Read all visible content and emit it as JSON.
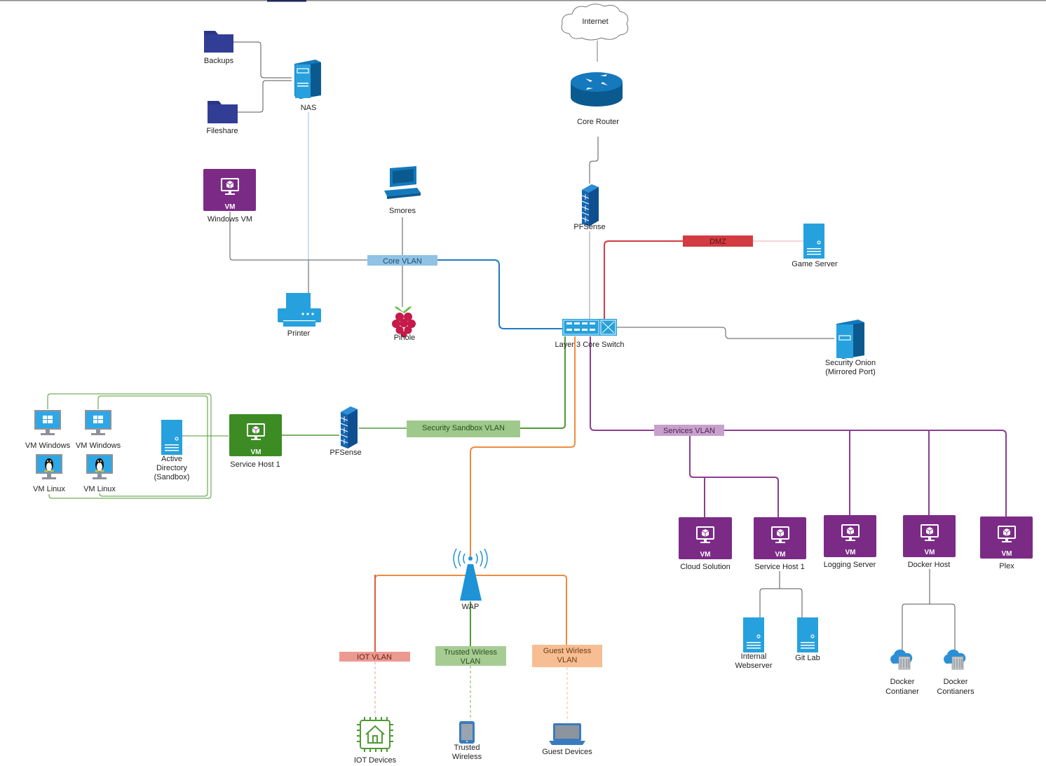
{
  "nodes": {
    "internet": "Internet",
    "core_router": "Core Router",
    "pfsense_top": "PFSense",
    "backups": "Backups",
    "fileshare": "Fileshare",
    "nas": "NAS",
    "windows_vm_tag": "VM",
    "windows_vm": "Windows VM",
    "smores": "Smores",
    "printer": "Printer",
    "pihole": "Pihole",
    "game_server": "Game Server",
    "l3_switch": "Layer 3 Core Switch",
    "security_onion_1": "Security Onion",
    "security_onion_2": "(Mirrored Port)",
    "vm_windows_1": "VM Windows",
    "vm_windows_2": "VM Windows",
    "vm_linux_1": "VM Linux",
    "vm_linux_2": "VM Linux",
    "active_directory_1": "Active",
    "active_directory_2": "Directory",
    "active_directory_3": "(Sandbox)",
    "service_host_sandbox_tag": "VM",
    "service_host_sandbox": "Service Host 1",
    "pfsense_sandbox": "PFSense",
    "wap": "WAP",
    "iot_devices": "IOT Devices",
    "trusted_wireless_1": "Trusted",
    "trusted_wireless_2": "Wireless",
    "guest_devices": "Guest Devices",
    "cloud_solution_tag": "VM",
    "cloud_solution": "Cloud Solution",
    "service_host_tag": "VM",
    "service_host": "Service Host 1",
    "logging_server_tag": "VM",
    "logging_server": "Logging Server",
    "docker_host_tag": "VM",
    "docker_host": "Docker Host",
    "plex_tag": "VM",
    "plex": "Plex",
    "internal_webserver_1": "Internal",
    "internal_webserver_2": "Webserver",
    "gitlab": "Git Lab",
    "docker_container_1a": "Docker",
    "docker_container_1b": "Contianer",
    "docker_container_2a": "Docker",
    "docker_container_2b": "Contianers"
  },
  "vlans": {
    "core": "Core VLAN",
    "dmz": "DMZ",
    "security_sandbox": "Security Sandbox VLAN",
    "services": "Services VLAN",
    "iot": "IOT VLAN",
    "trusted_1": "Trusted Wirless",
    "trusted_2": "VLAN",
    "guest_1": "Guest Wirless",
    "guest_2": "VLAN"
  },
  "colors": {
    "core_vlan": "#1f7bc4",
    "core_vlan_tag": "#8fc2e4",
    "dmz": "#d13b41",
    "sandbox": "#4f9a33",
    "sandbox_tag": "#9fc98c",
    "services": "#8b3d91",
    "services_tag": "#c7a0cc",
    "wireless": "#ef8b3e",
    "iot_tag": "#ec9a91",
    "trusted_tag": "#a6cc94",
    "guest_tag": "#f6be92",
    "vm_purple": "#7b2b86",
    "vm_green": "#3c8c23",
    "device_blue": "#27a1dd",
    "folder_navy": "#2b3585"
  }
}
